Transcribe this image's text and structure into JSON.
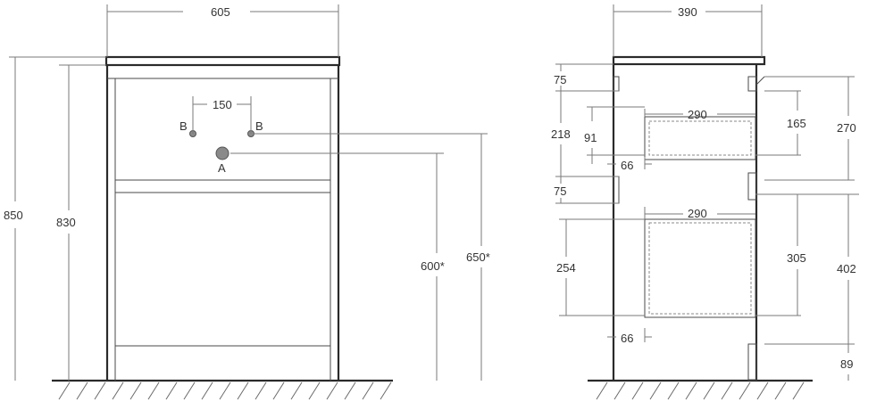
{
  "front_view": {
    "width": "605",
    "height_total": "850",
    "height_body": "830",
    "tap_spacing": "150",
    "label_b_left": "B",
    "label_b_right": "B",
    "label_a": "A",
    "height_600": "600*",
    "height_650": "650*"
  },
  "side_view": {
    "depth": "390",
    "dim_75_top": "75",
    "dim_218": "218",
    "dim_91": "91",
    "dim_290_top": "290",
    "dim_66_top": "66",
    "dim_165": "165",
    "dim_270": "270",
    "dim_75_mid": "75",
    "dim_290_bottom": "290",
    "dim_254": "254",
    "dim_305": "305",
    "dim_402": "402",
    "dim_66_bottom": "66",
    "dim_89": "89"
  }
}
